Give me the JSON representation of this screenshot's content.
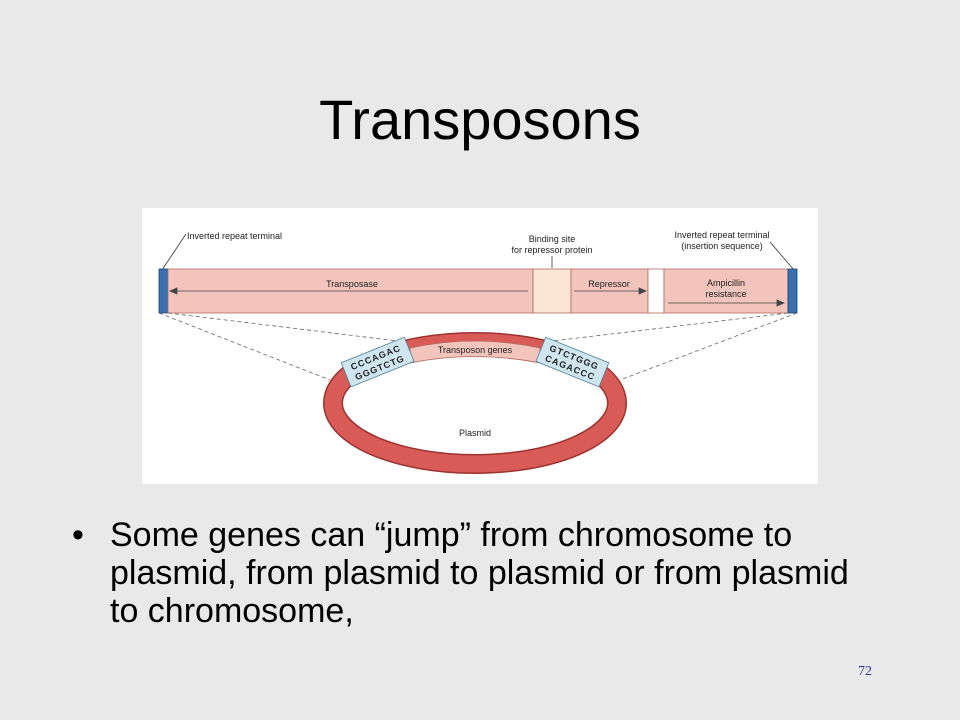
{
  "title": "Transposons",
  "diagram": {
    "top_bar": {
      "left_terminal_label": "Inverted repeat terminal",
      "binding_site_label_line1": "Binding site",
      "binding_site_label_line2": "for repressor protein",
      "right_terminal_label_line1": "Inverted repeat terminal",
      "right_terminal_label_line2": "(insertion sequence)",
      "transposase_label": "Transposase",
      "repressor_label": "Repressor",
      "ampicillin_label_line1": "Ampicillin",
      "ampicillin_label_line2": "resistance"
    },
    "plasmid": {
      "transposon_genes_label": "Transposon genes",
      "left_seq_top": "CCCAGAC",
      "left_seq_bottom": "GGGTCTG",
      "right_seq_top": "GTCTGGG",
      "right_seq_bottom": "CAGACCC",
      "plasmid_label": "Plasmid"
    },
    "colors": {
      "bar_fill": "#f2c4bb",
      "bar_stroke": "#b06a5e",
      "binding_site_fill": "#fbe6d6",
      "terminal_fill": "#3a6fb0",
      "plasmid_ring": "#d95b57",
      "plasmid_stroke": "#9c3330",
      "seq_box_fill": "#cfe6f0"
    }
  },
  "bullet": {
    "text": "Some genes can “jump” from chromosome to plasmid, from plasmid to plasmid or from plasmid to chromosome,"
  },
  "slide_number": "72"
}
